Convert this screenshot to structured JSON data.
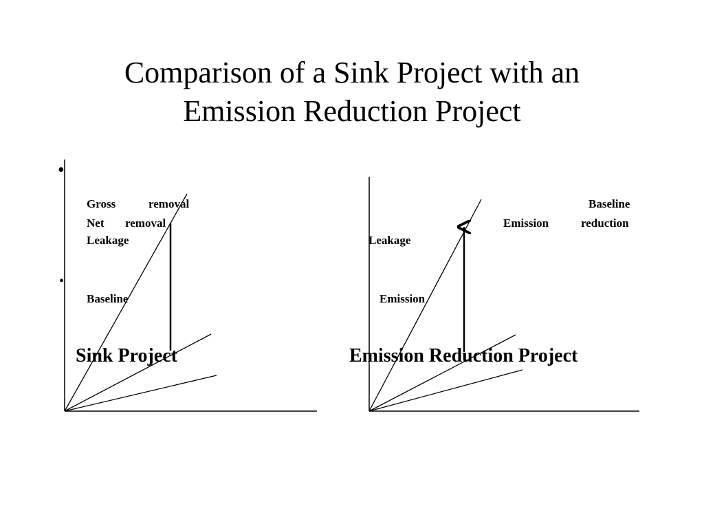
{
  "slide": {
    "title_line1": "Comparison of a Sink Project with an",
    "title_line2": "Emission Reduction Project",
    "bullets": [
      "•",
      "•"
    ]
  },
  "sink_panel": {
    "caption": "Sink Project",
    "labels": {
      "gross_word1": "Gross",
      "gross_word2": "removal",
      "net_word1": "Net",
      "net_word2": "removal",
      "leakage": "Leakage",
      "baseline": "Baseline"
    }
  },
  "emission_panel": {
    "caption": "Emission Reduction Project",
    "labels": {
      "baseline": "Baseline",
      "reduction_word1": "Emission",
      "reduction_word2": "reduction",
      "leakage": "Leakage",
      "emission": "Emission"
    }
  },
  "colors": {
    "ink": "#000000",
    "background": "#ffffff"
  }
}
